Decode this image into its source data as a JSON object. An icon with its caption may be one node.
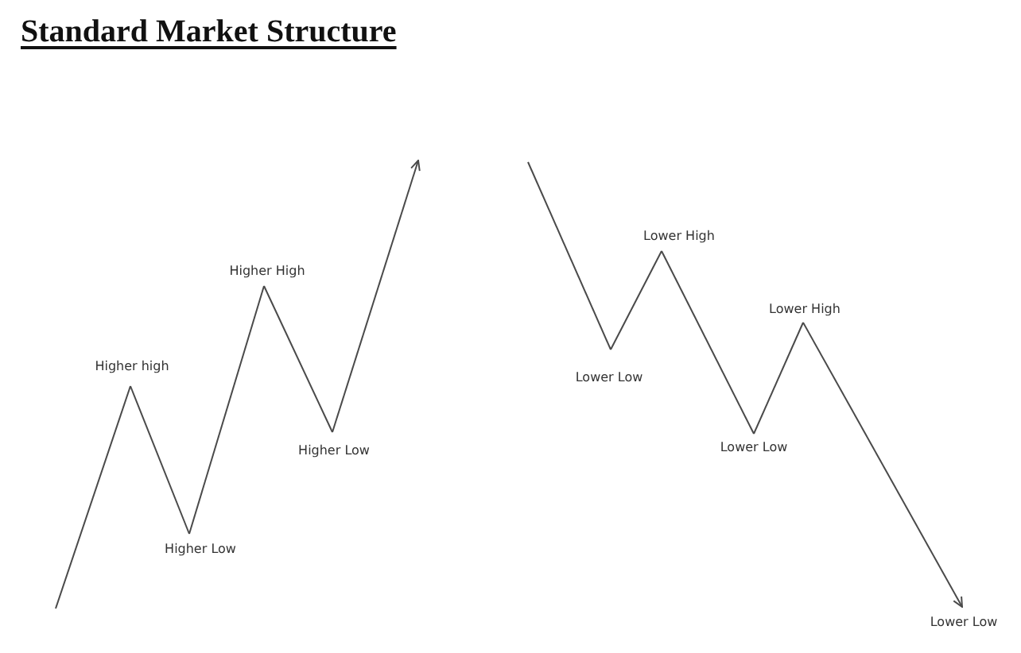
{
  "diagram": {
    "title": "Standard Market Structure",
    "nodes": [
      {
        "text": [
          "Higher high"
        ]
      },
      {
        "text": [
          "Higher Low"
        ]
      },
      {
        "text": [
          "Higher High"
        ]
      },
      {
        "text": [
          "Higher Low"
        ]
      },
      {
        "text": [
          "Lower Low"
        ]
      },
      {
        "text": [
          "Lower High"
        ]
      },
      {
        "text": [
          "Lower Low"
        ]
      },
      {
        "text": [
          "Lower High"
        ]
      },
      {
        "text": [
          "Lower Low"
        ]
      }
    ],
    "edges": [
      {
        "from": null,
        "to": 0,
        "arrow": "none"
      },
      {
        "from": 0,
        "to": 1,
        "arrow": "none"
      },
      {
        "from": 1,
        "to": 2,
        "arrow": "none"
      },
      {
        "from": 2,
        "to": 3,
        "arrow": "none"
      },
      {
        "from": 3,
        "to": null,
        "arrow": "to"
      },
      {
        "from": null,
        "to": 4,
        "arrow": "none"
      },
      {
        "from": 4,
        "to": 5,
        "arrow": "none"
      },
      {
        "from": 5,
        "to": 6,
        "arrow": "none"
      },
      {
        "from": 6,
        "to": 7,
        "arrow": "none"
      },
      {
        "from": 7,
        "to": 8,
        "arrow": "to"
      }
    ]
  }
}
